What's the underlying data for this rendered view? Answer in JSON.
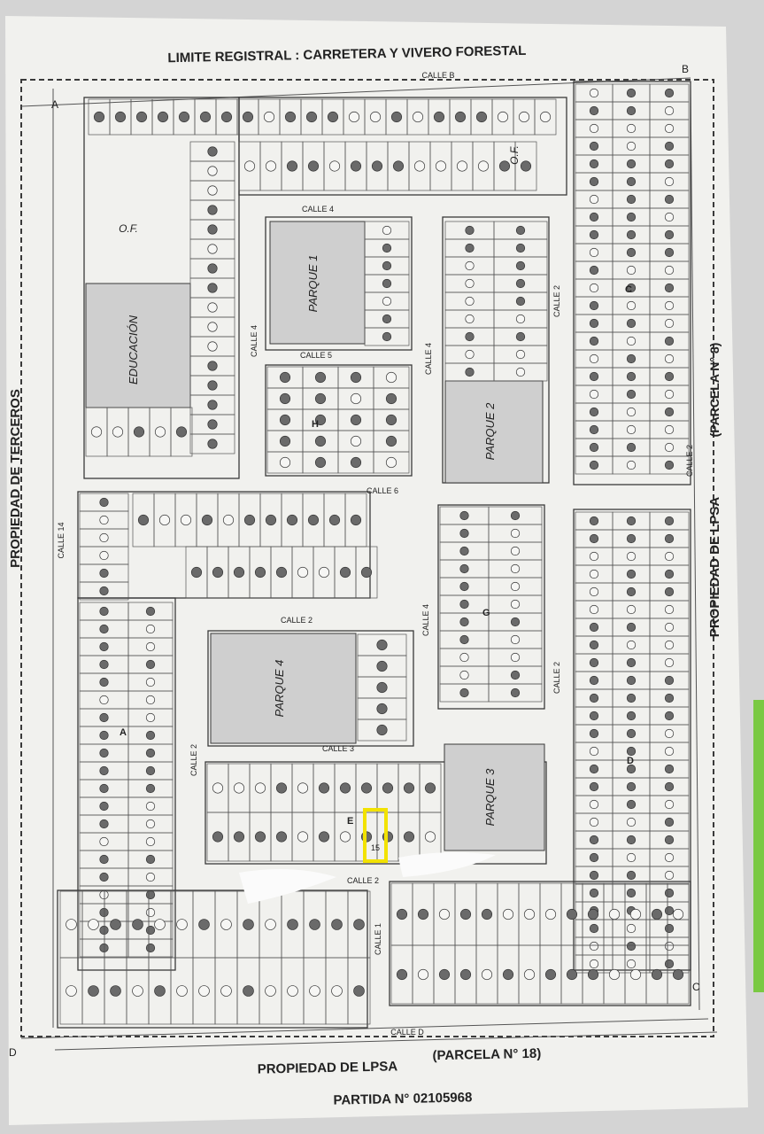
{
  "map": {
    "top_title": "LIMITE REGISTRAL : CARRETERA Y VIVERO FORESTAL",
    "left_title": "PROPIEDAD DE TERCEROS",
    "right_title": "PROPIEDAD DE LPSA",
    "right_subtitle": "(PARCELA N° 8)",
    "bottom_title": "PROPIEDAD DE LPSA",
    "bottom_subtitle": "(PARCELA N° 18)",
    "partida": "PARTIDA N° 02105968",
    "corners": {
      "a": "A",
      "b": "B",
      "c": "C",
      "d": "D"
    },
    "streets": {
      "calle_b": "CALLE B",
      "calle_d": "CALLE D",
      "calle_1": "CALLE 1",
      "calle_2a": "CALLE 2",
      "calle_2b": "CALLE 2",
      "calle_2c": "CALLE 2",
      "calle_2d": "CALLE 2",
      "calle_2e": "CALLE 2",
      "calle_2f": "CALLE 2",
      "calle_3": "CALLE 3",
      "calle_4a": "CALLE 4",
      "calle_4b": "CALLE 4",
      "calle_4c": "CALLE 4",
      "calle_4d": "CALLE 4",
      "calle_5": "CALLE 5",
      "calle_6": "CALLE 6",
      "calle_14": "CALLE 14"
    },
    "areas": {
      "of_left": "O.F.",
      "of_right": "O.F.",
      "educacion": "EDUCACIÓN",
      "parque1": "PARQUE 1",
      "parque2": "PARQUE 2",
      "parque3": "PARQUE 3",
      "parque4": "PARQUE 4"
    },
    "block_letters": {
      "a": "A",
      "c": "C",
      "d": "D",
      "e": "E",
      "g": "G",
      "h": "H"
    },
    "highlighted_lot": "15",
    "colors": {
      "paper": "#f1f1ee",
      "line": "#3a3a3a",
      "park": "#cfcfcf",
      "highlight": "#f2e200",
      "edge": "#7ac943"
    }
  }
}
